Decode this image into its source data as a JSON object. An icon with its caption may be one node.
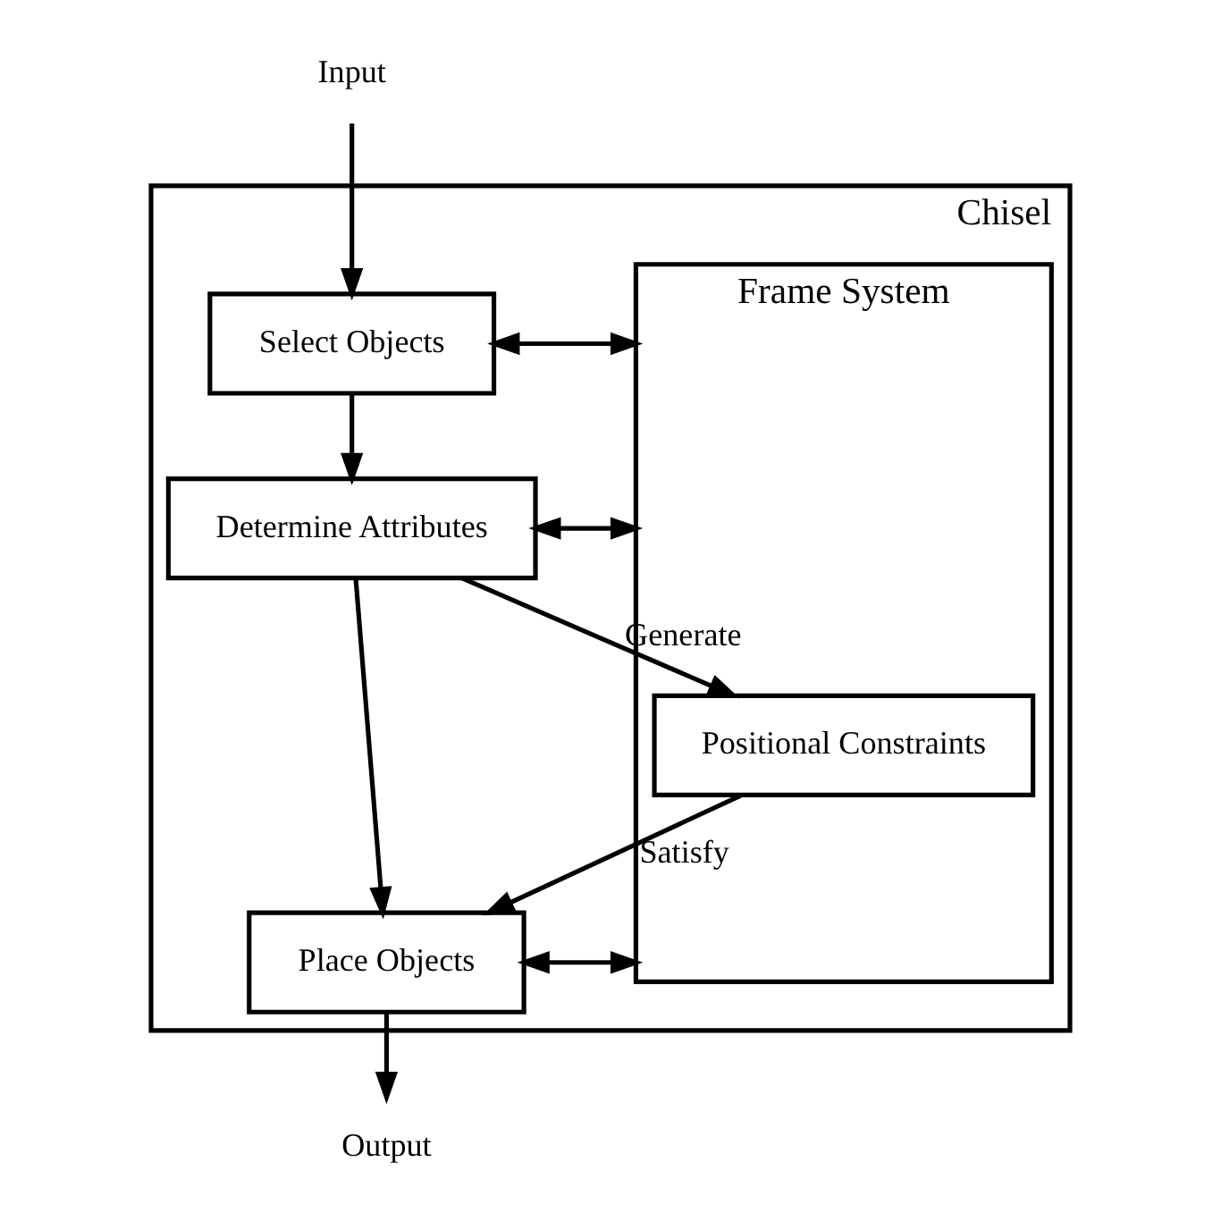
{
  "diagram": {
    "nodes": [
      {
        "text": [
          "Input"
        ]
      },
      {
        "text": [
          "Chisel"
        ]
      },
      {
        "text": [
          "Select Objects"
        ],
        "in": 1
      },
      {
        "text": [
          "Determine Attributes"
        ],
        "in": 1
      },
      {
        "text": [
          "Frame System"
        ],
        "in": 1
      },
      {
        "text": [
          "Positional Constraints"
        ],
        "in": 4
      },
      {
        "text": [
          "Place Objects"
        ],
        "in": 1
      },
      {
        "text": [
          "Output"
        ]
      }
    ],
    "edges": [
      {
        "from": 0,
        "to": 2,
        "arrow": "to"
      },
      {
        "from": 2,
        "to": 3,
        "arrow": "to"
      },
      {
        "from": 3,
        "to": 6,
        "arrow": "to"
      },
      {
        "from": 6,
        "to": 7,
        "arrow": "to"
      },
      {
        "from": 2,
        "to": 4,
        "arrow": "both"
      },
      {
        "from": 3,
        "to": 4,
        "arrow": "both"
      },
      {
        "from": 6,
        "to": 4,
        "arrow": "both"
      },
      {
        "from": 3,
        "to": 5,
        "arrow": "to",
        "label": "Generate"
      },
      {
        "from": 5,
        "to": 6,
        "arrow": "to",
        "label": "Satisfy"
      }
    ]
  }
}
